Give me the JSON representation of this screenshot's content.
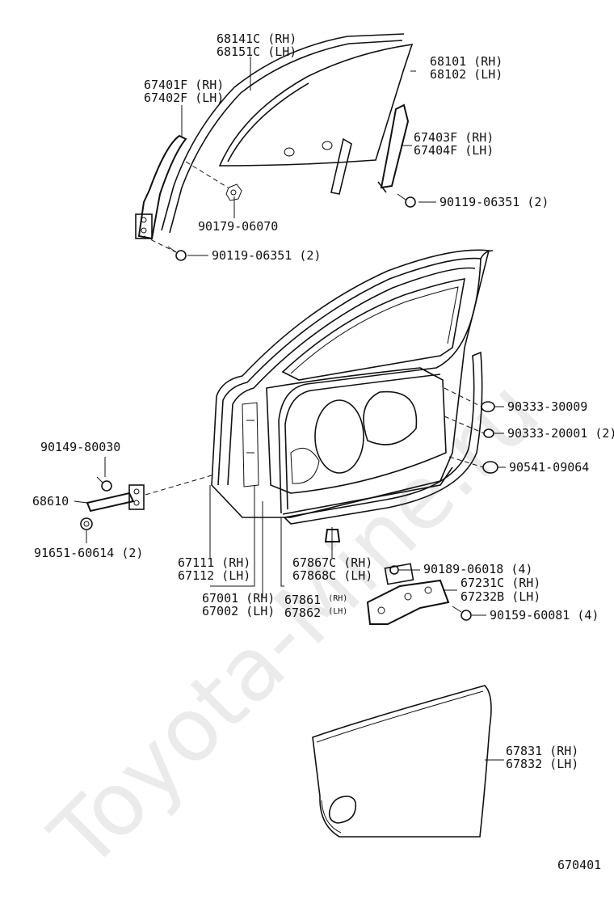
{
  "watermark": "Toyota-Mine.ru",
  "diagram_id": "670401",
  "labels": {
    "l68141c": "68141C (RH)",
    "l68151c": "68151C (LH)",
    "l68101": "68101 (RH)",
    "l68102": "68102 (LH)",
    "l67401f": "67401F (RH)",
    "l67402f": "67402F (LH)",
    "l67403f": "67403F (RH)",
    "l67404f": "67404F (LH)",
    "l90119a": "90119-06351 (2)",
    "l90179": "90179-06070",
    "l90119b": "90119-06351 (2)",
    "l90333a": "90333-30009",
    "l90333b": "90333-20001 (2)",
    "l90541": "90541-09064",
    "l90149": "90149-80030",
    "l68610": "68610",
    "l91651": "91651-60614 (2)",
    "l67111": "67111 (RH)",
    "l67112": "67112 (LH)",
    "l67001": "67001 (RH)",
    "l67002": "67002 (LH)",
    "l67861": "67861",
    "l67861_side": "(RH)",
    "l67862": "67862",
    "l67862_side": "(LH)",
    "l67867c": "67867C (RH)",
    "l67868c": "67868C (LH)",
    "l90189": "90189-06018 (4)",
    "l67231c": "67231C (RH)",
    "l67232b": "67232B (LH)",
    "l90159": "90159-60081 (4)",
    "l67831": "67831 (RH)",
    "l67832": "67832 (LH)"
  },
  "colors": {
    "ink": "#111111",
    "paper": "#ffffff"
  }
}
